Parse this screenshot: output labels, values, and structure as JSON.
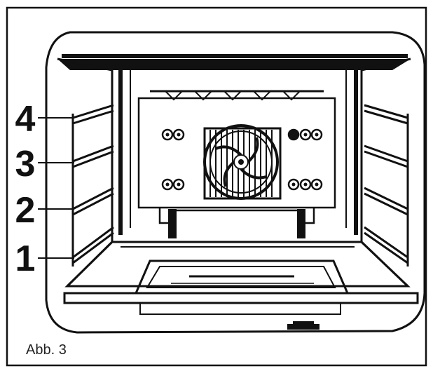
{
  "figure": {
    "caption": "Abb. 3",
    "rack_levels": [
      {
        "label": "4"
      },
      {
        "label": "3"
      },
      {
        "label": "2"
      },
      {
        "label": "1"
      }
    ]
  }
}
